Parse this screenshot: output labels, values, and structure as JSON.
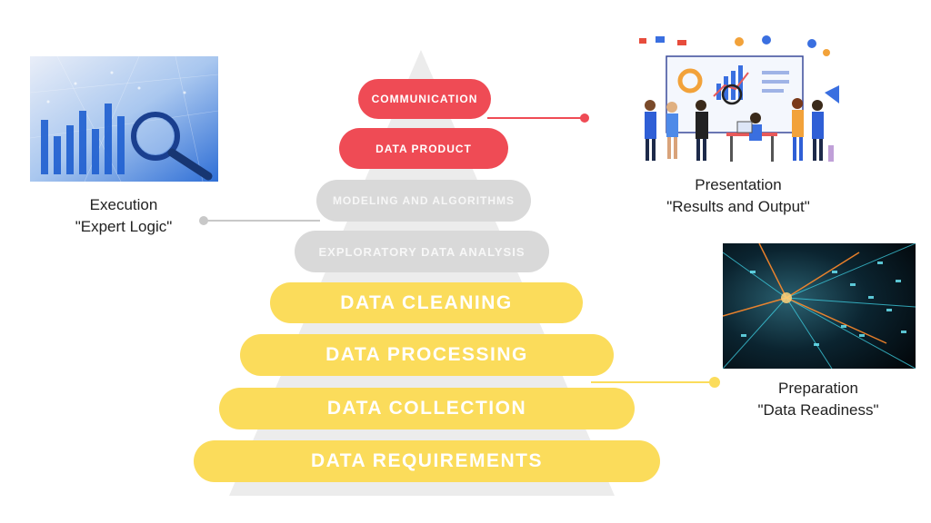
{
  "pyramid": {
    "layers": [
      {
        "label": "COMMUNICATION",
        "group": "presentation"
      },
      {
        "label": "DATA PRODUCT",
        "group": "presentation"
      },
      {
        "label": "MODELING AND ALGORITHMS",
        "group": "execution"
      },
      {
        "label": "EXPLORATORY DATA ANALYSIS",
        "group": "execution"
      },
      {
        "label": "DATA CLEANING",
        "group": "preparation"
      },
      {
        "label": "DATA PROCESSING",
        "group": "preparation"
      },
      {
        "label": "DATA COLLECTION",
        "group": "preparation"
      },
      {
        "label": "DATA REQUIREMENTS",
        "group": "preparation"
      }
    ]
  },
  "callouts": {
    "execution": {
      "title": "Execution",
      "subtitle": "\"Expert Logic\"",
      "image": "analytics-chart-magnifier-image"
    },
    "presentation": {
      "title": "Presentation",
      "subtitle": "\"Results and Output\"",
      "image": "team-presenting-dashboard-illustration"
    },
    "preparation": {
      "title": "Preparation",
      "subtitle": "\"Data Readiness\"",
      "image": "digital-data-stream-image"
    }
  },
  "colors": {
    "presentation": "#ef4b55",
    "execution": "#d9d9d9",
    "preparation": "#fbdc5b",
    "pyramid_background": "#ececec"
  }
}
